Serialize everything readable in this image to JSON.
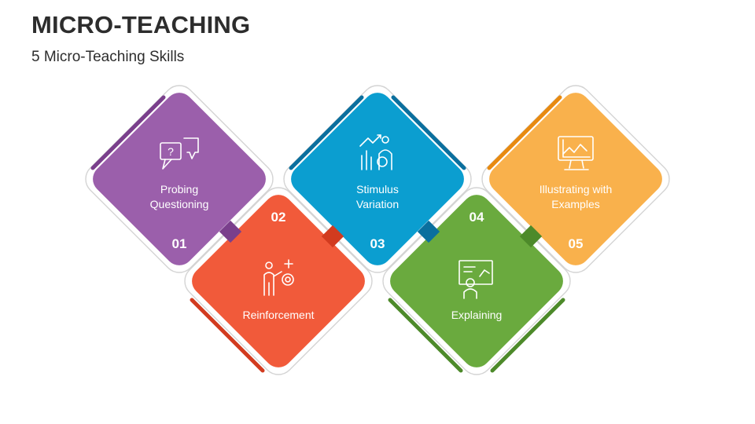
{
  "header": {
    "title": "MICRO-TEACHING",
    "subtitle": "5 Micro-Teaching Skills"
  },
  "colors": {
    "purple": "#9b5fab",
    "purple_dark": "#7a3f8c",
    "orange_red": "#f15a3a",
    "orange_red_dark": "#d23b1f",
    "blue": "#0b9ed0",
    "blue_dark": "#0a6f9e",
    "green": "#6aaa3e",
    "green_dark": "#4d8a2a",
    "amber": "#f9b14c",
    "amber_dark": "#e88a10"
  },
  "steps": [
    {
      "number": "01",
      "label_line1": "Probing",
      "label_line2": "Questioning",
      "icon": "question-bubbles-icon"
    },
    {
      "number": "02",
      "label_line1": "Reinforcement",
      "label_line2": "",
      "icon": "presenter-gear-icon"
    },
    {
      "number": "03",
      "label_line1": "Stimulus",
      "label_line2": "Variation",
      "icon": "growth-chart-person-icon"
    },
    {
      "number": "04",
      "label_line1": "Explaining",
      "label_line2": "",
      "icon": "teacher-board-icon"
    },
    {
      "number": "05",
      "label_line1": "Illustrating with",
      "label_line2": "Examples",
      "icon": "monitor-chart-icon"
    }
  ]
}
